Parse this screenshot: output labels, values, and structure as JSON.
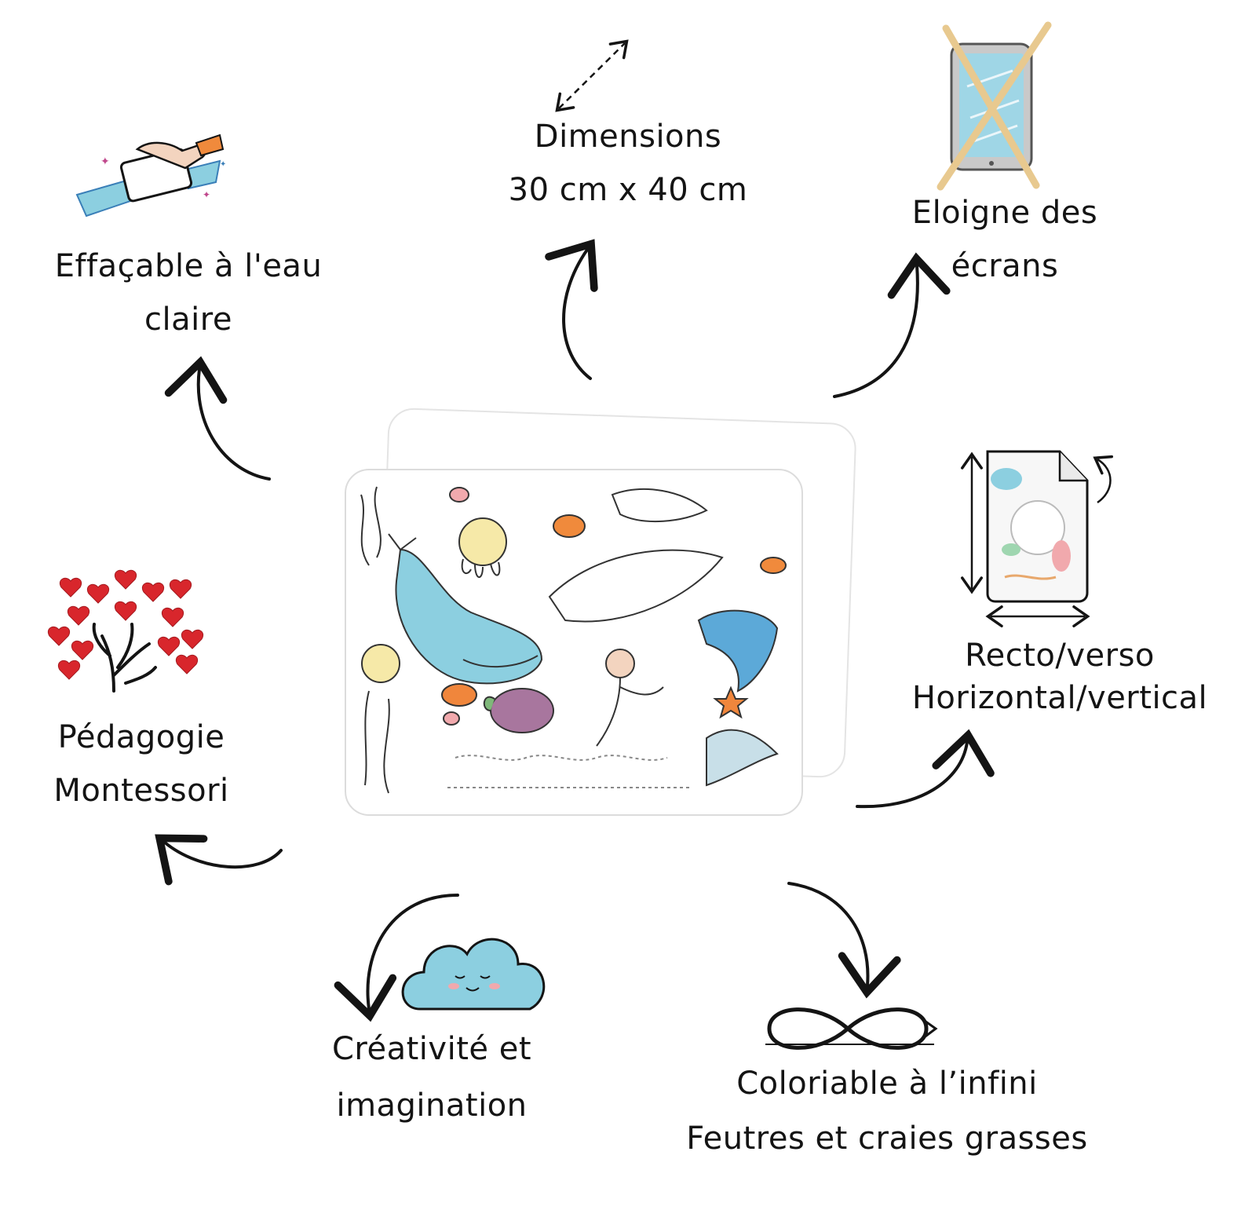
{
  "features": {
    "effacable": {
      "line1": "Effaçable à l'eau",
      "line2": "claire"
    },
    "dimensions": {
      "line1": "Dimensions",
      "line2": "30 cm x 40 cm"
    },
    "ecrans": {
      "line1": "Eloigne des",
      "line2": "écrans"
    },
    "recto": {
      "line1": "Recto/verso",
      "line2": "Horizontal/vertical"
    },
    "montessori": {
      "line1": "Pédagogie",
      "line2": "Montessori"
    },
    "creativite": {
      "line1": "Créativité et",
      "line2": "imagination"
    },
    "coloriable": {
      "line1": "Coloriable à l’infini",
      "line2": "Feutres et craies grasses"
    }
  },
  "icons": {
    "effacable": "eraser-sponge-icon",
    "dimensions": "diagonal-double-arrow-icon",
    "ecrans": "crossed-out-tablet-icon",
    "recto": "reversible-sheet-icon",
    "montessori": "heart-tree-icon",
    "creativite": "smiling-cloud-icon",
    "coloriable": "infinity-icon"
  },
  "colors": {
    "ink": "#141414",
    "whale_blue": "#8ccfe0",
    "heart_red": "#d8262c",
    "cross_gold": "#e8c98f",
    "tablet_screen": "#9fd6e6"
  }
}
